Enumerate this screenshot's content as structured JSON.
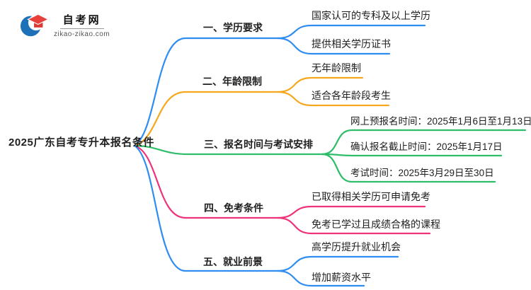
{
  "logo": {
    "title": "自考网",
    "domain": "zikao-zikao.com",
    "icon": "graduation-cap-in-blue-crescent",
    "cap_color": "#e8403a",
    "crescent_color": "#1d71b8"
  },
  "central": {
    "label": "2025广东自考专升本报名条件"
  },
  "colors": {
    "text": "#1f1f1f"
  },
  "branches": [
    {
      "label": "一、学历要求",
      "color": "#2f8df2",
      "children": [
        "国家认可的专科及以上学历",
        "提供相关学历证书"
      ]
    },
    {
      "label": "二、年龄限制",
      "color": "#f5a81f",
      "children": [
        "无年龄限制",
        "适合各年龄段考生"
      ]
    },
    {
      "label": "三、报名时间与考试安排",
      "color": "#2ebd69",
      "children": [
        "网上预报名时间：2025年1月6日至1月13日",
        "确认报名截止时间：2025年1月17日",
        "考试时间：2025年3月29日至30日"
      ]
    },
    {
      "label": "四、免考条件",
      "color": "#f0327a",
      "children": [
        "已取得相关学历可申请免考",
        "免考已学过且成绩合格的课程"
      ]
    },
    {
      "label": "五、就业前景",
      "color": "#2f8df2",
      "children": [
        "高学历提升就业机会",
        "增加薪资水平"
      ]
    }
  ]
}
